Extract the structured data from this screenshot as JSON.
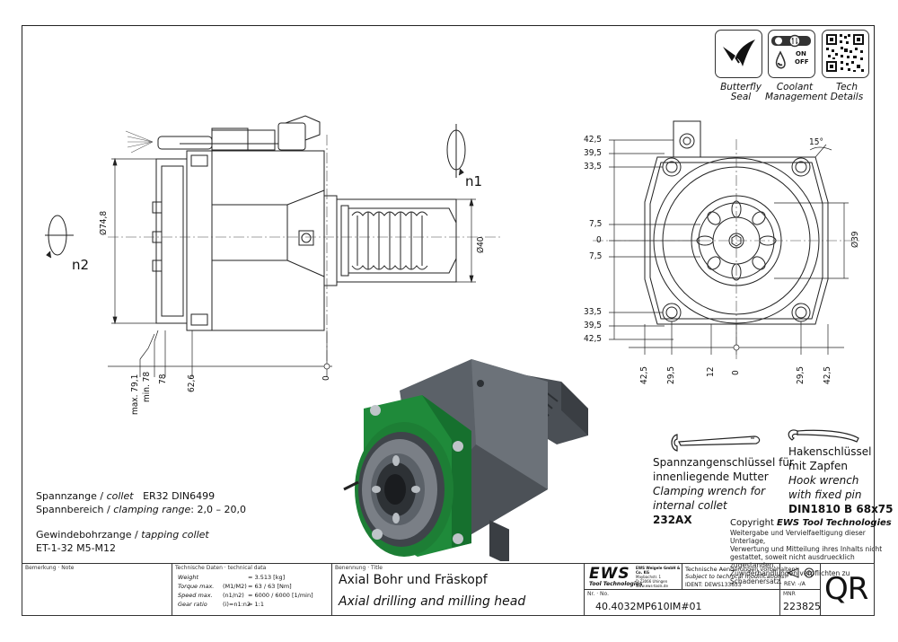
{
  "icons": [
    {
      "name": "butterfly-seal-icon",
      "caption": [
        "Butterfly",
        "Seal"
      ]
    },
    {
      "name": "coolant-management-icon",
      "caption": [
        "Coolant",
        "Management"
      ],
      "on": "ON",
      "off": "OFF"
    },
    {
      "name": "qr-tech-details-icon",
      "caption": [
        "Tech",
        "Details"
      ]
    }
  ],
  "dims_side": {
    "dia_74_8": "Ø74,8",
    "dia_40": "Ø40",
    "max_79_1": "max. 79,1",
    "min_78": "min. 78",
    "d_78": "78",
    "d_62_6": "62,6",
    "d_0": "0",
    "n1": "n1",
    "n2": "n2"
  },
  "dims_front": {
    "left": [
      "42,5",
      "39,5",
      "33,5",
      "7,5",
      "0",
      "7,5",
      "33,5",
      "39,5",
      "42,5"
    ],
    "bottom": [
      "42,5",
      "29,5",
      "12",
      "0",
      "29,5",
      "42,5"
    ],
    "angle": "15°",
    "dia_39": "Ø39"
  },
  "wrenches": {
    "spanner": {
      "lines": [
        "Spannzangenschlüssel für",
        "innenliegende Mutter"
      ],
      "lines_it": [
        "Clamping wrench for",
        "internal collet"
      ],
      "code": "232AX"
    },
    "hook": {
      "lines": [
        "Hakenschlüssel",
        "mit Zapfen"
      ],
      "lines_it": [
        "Hook wrench",
        "with fixed pin"
      ],
      "code": "DIN1810  B  68x75"
    }
  },
  "copyright": {
    "title_pre": "Copyright ",
    "title_brand": "EWS Tool Technologies",
    "lines": [
      "Weitergabe und Vervielfaeltigung dieser Unterlage,",
      "Verwertung und Mitteilung ihres Inhalts nicht",
      "gestattet, soweit nicht ausdruecklich zugestanden.",
      "Zuwiderhandlungen verpflichten zu Schadenersatz."
    ]
  },
  "specs": {
    "collet_de": "Spannzange / ",
    "collet_en": "collet",
    "collet_val": "ER32     DIN6499",
    "range_de": "Spannbereich / ",
    "range_en": "clamping range",
    "range_val": ": 2,0  –  20,0",
    "tap_de": "Gewindebohrzange / ",
    "tap_en": "tapping collet",
    "tap_val": "ET-1-32    M5-M12"
  },
  "title_block": {
    "remark_label": "Bemerkung  ·  Note",
    "tech_label": "Technische Daten  ·  technical data",
    "tech_rows": [
      {
        "k": "Weight",
        "u": "",
        "v": "=  3.513 [kg]"
      },
      {
        "k": "Torque max.",
        "u": "(M1/M2)",
        "v": "=  63 / 63 [Nm]"
      },
      {
        "k": "Speed max.",
        "u": "(n1/n2)",
        "v": "=  6000 / 6000 [1/min]"
      },
      {
        "k": "Gear ratio",
        "u": "(i)=n1:n2",
        "v": "=  1:1"
      }
    ],
    "name_label": "Benennung  ·  Title",
    "title_de": "Axial Bohr und Fräskopf",
    "title_en": "Axial drilling and milling head",
    "logo": "EWS",
    "logo_sub": "Tool Technologies",
    "company": [
      "EWS Weigele GmbH & Co. KG",
      "Maybachstr. 1",
      "D-73066 Uhingen",
      "www.ews-tools.de"
    ],
    "change_de": "Technische Aenderungen vorbehalten!",
    "change_en": "Subject to technical modifications!",
    "ident": "IDENT:  DEWS133653",
    "rev": "REV:  -/A",
    "nr_label": "Nr.  ·  No.",
    "part_no": "40.4032MP610IM#01",
    "mnr_label": "MNR",
    "mnr": "223825",
    "qr": "QR"
  }
}
